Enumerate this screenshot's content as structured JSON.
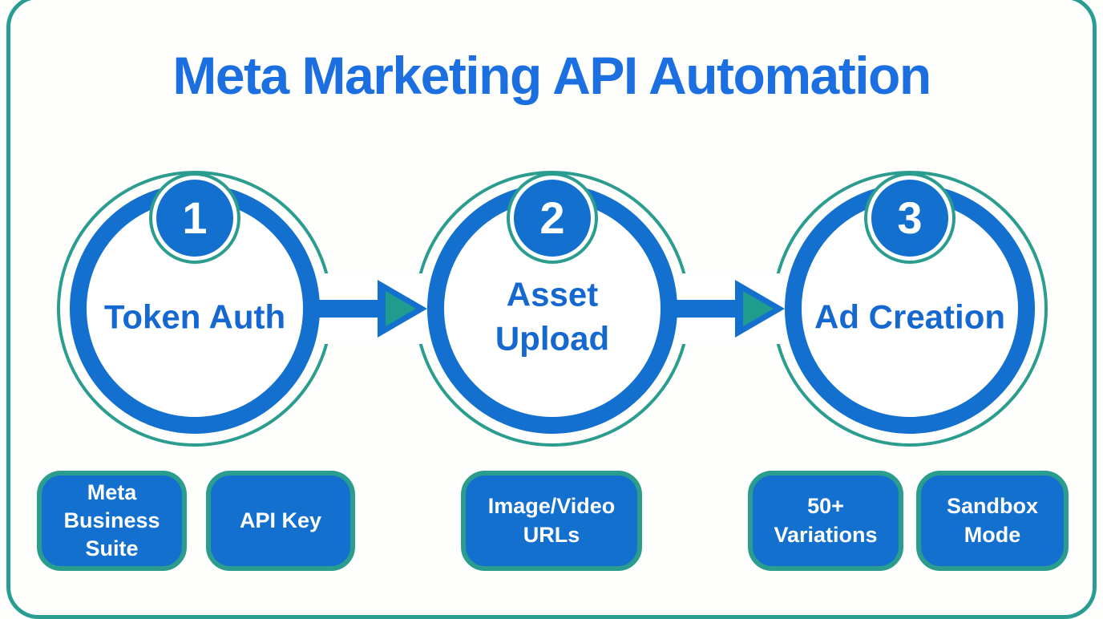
{
  "title": {
    "text": "Meta Marketing API Automation"
  },
  "colors": {
    "title_blue": "#1b6fe0",
    "shape_blue": "#1470ce",
    "teal": "#2a9d8f",
    "arrowhead_teal": "#1f9c8d",
    "background": "#ffffff",
    "text_on_blue": "#ffffff"
  },
  "steps": [
    {
      "number": "1",
      "label": "Token Auth"
    },
    {
      "number": "2",
      "label": "Asset Upload"
    },
    {
      "number": "3",
      "label": "Ad Creation"
    }
  ],
  "tags": [
    {
      "label": "Meta Business Suite"
    },
    {
      "label": "API Key"
    },
    {
      "label": "Image/Video URLs"
    },
    {
      "label": "50+ Variations"
    },
    {
      "label": "Sandbox Mode"
    }
  ]
}
